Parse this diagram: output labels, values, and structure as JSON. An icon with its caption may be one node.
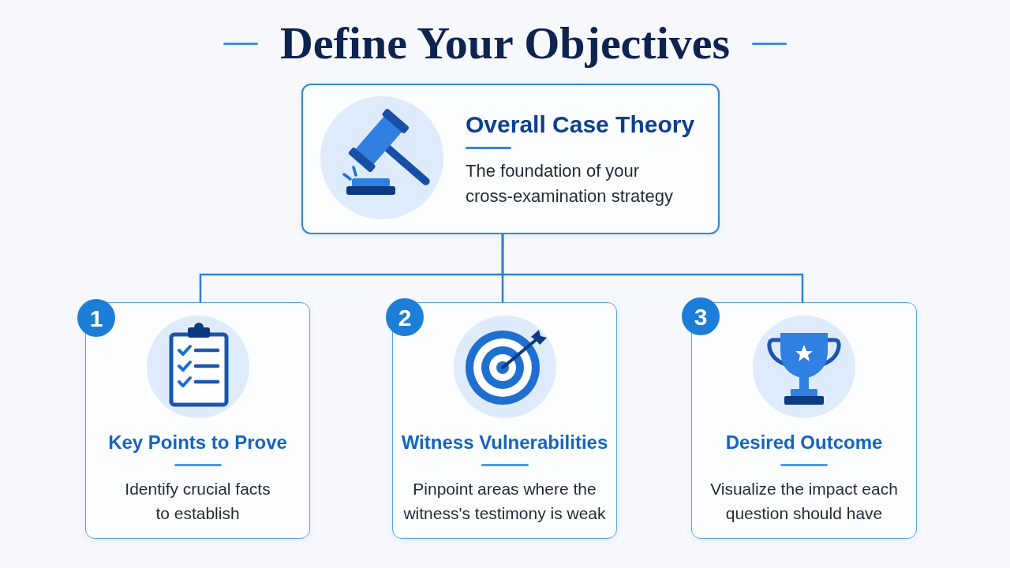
{
  "diagram": {
    "title": "Define Your Objectives",
    "nodes": [
      {
        "text": [
          "Overall Case Theory",
          "The foundation of your cross-examination strategy"
        ]
      },
      {
        "text": [
          "1"
        ]
      },
      {
        "text": [
          "Key Points to Prove",
          "Identify crucial facts to establish"
        ]
      },
      {
        "text": [
          "2"
        ]
      },
      {
        "text": [
          "Witness Vulnerabilities",
          "Pinpoint areas where the witness's testimony is weak"
        ]
      },
      {
        "text": [
          "3"
        ]
      },
      {
        "text": [
          "Desired Outcome",
          "Visualize the impact each question should have"
        ]
      }
    ],
    "edges": [
      {
        "from": 0,
        "to": 2,
        "arrow": "none"
      },
      {
        "from": 0,
        "to": 4,
        "arrow": "none"
      },
      {
        "from": 0,
        "to": 6,
        "arrow": "none"
      }
    ]
  }
}
